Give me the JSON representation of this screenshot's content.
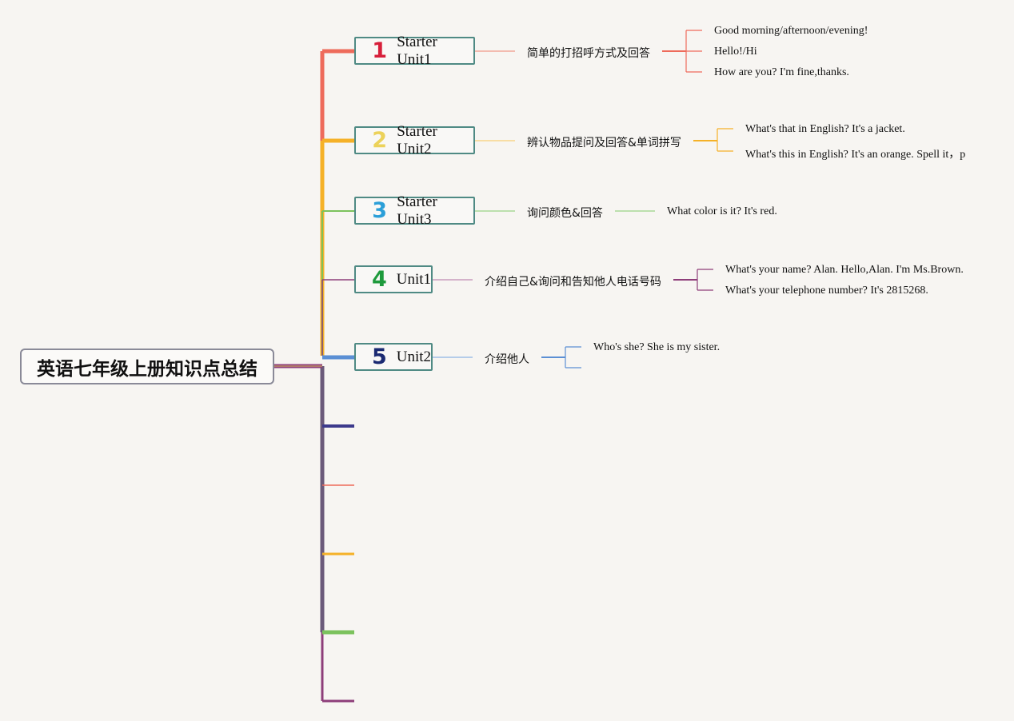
{
  "root": {
    "title": "英语七年级上册知识点总结"
  },
  "units": [
    {
      "number": "1",
      "number_color": "#d71f3a",
      "label": "Starter Unit1",
      "branch_color": "#ee6b5b",
      "topic": "简单的打招呼方式及回答",
      "topic_line_color": "#f2a89a",
      "leaves": [
        "Good morning/afternoon/evening!",
        "Hello!/Hi",
        "How are you? I'm fine,thanks."
      ]
    },
    {
      "number": "2",
      "number_color": "#ecd25a",
      "label": "Starter Unit2",
      "branch_color": "#f5b128",
      "topic": "辨认物品提问及回答&单词拼写",
      "topic_line_color": "#f8d58a",
      "leaves": [
        "What's that in English? It's a jacket.",
        "What's this in English? It's an orange. Spell it，p"
      ]
    },
    {
      "number": "3",
      "number_color": "#2b9fd8",
      "label": "Starter Unit3",
      "branch_color": "#7cc25d",
      "topic": "询问颜色&回答",
      "topic_line_color": "#a9d997",
      "leaves": [
        "What color is it? It's red."
      ]
    },
    {
      "number": "4",
      "number_color": "#1e9a3c",
      "label": "Unit1",
      "branch_color": "#8e3e7a",
      "topic": "介绍自己&询问和告知他人电话号码",
      "topic_line_color": "#c89bbd",
      "leaves": [
        "What's your name? Alan. Hello,Alan. I'm Ms.Brown.",
        "What's your telephone number? It's 2815268."
      ]
    },
    {
      "number": "5",
      "number_color": "#1b2a72",
      "label": "Unit2",
      "branch_color": "#5b8fd4",
      "topic": "介绍他人",
      "topic_line_color": "#9fbfe6",
      "leaves": [
        "Who's she? She is my sister."
      ]
    }
  ],
  "empty_branch_colors": [
    "#3d3a8c",
    "#ee6b5b",
    "#f5b128",
    "#7cc25d",
    "#8e3e7a"
  ]
}
